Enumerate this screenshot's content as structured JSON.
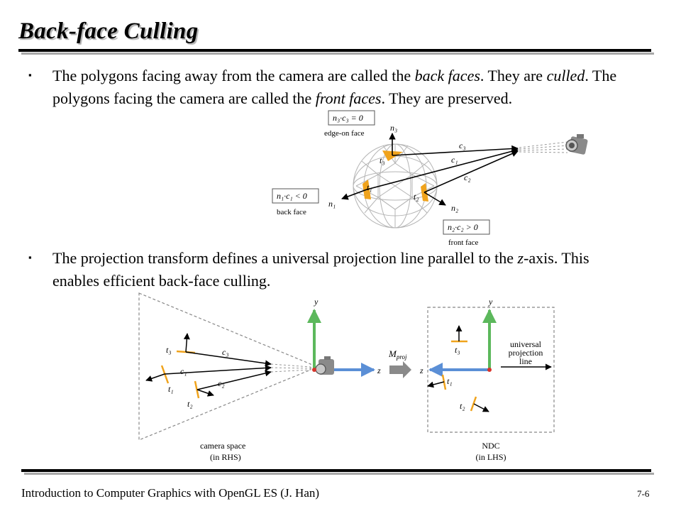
{
  "slide": {
    "title": "Back-face Culling",
    "bullet_marker": "▪",
    "para1": {
      "s1": "The polygons facing away from the camera are called the ",
      "s1_em": "back faces",
      "s2": ". They are ",
      "s2_em": "culled",
      "s3": ". The polygons facing the camera are called the ",
      "s3_em": "front faces",
      "s4": ". They are preserved."
    },
    "para2": {
      "s1": "The projection transform defines a universal projection line parallel to the ",
      "s1_em": "z",
      "s2": "-axis. This enables efficient back-face culling."
    },
    "footer": "Introduction to Computer Graphics with OpenGL ES (J. Han)",
    "page_number": "7-6"
  },
  "figure1": {
    "edge_on_eq": "n₃·c₃ = 0",
    "edge_on_caption": "edge-on face",
    "back_eq": "n₁·c₁ < 0",
    "back_caption": "back face",
    "front_eq": "n₂·c₂ > 0",
    "front_caption": "front face",
    "n1": "n₁",
    "n2": "n₂",
    "n3": "n₃",
    "t1": "t₁",
    "t2": "t₂",
    "t3": "t₃",
    "c1": "c₁",
    "c2": "c₂",
    "c3": "c₃"
  },
  "figure2": {
    "y_left": "y",
    "z_left": "z",
    "t1": "t₁",
    "t2": "t₂",
    "t3": "t₃",
    "c1": "c₁",
    "c2": "c₂",
    "c3": "c₃",
    "mproj": "M",
    "mproj_sub": "proj",
    "y_right": "y",
    "z_right": "z",
    "rt1": "t₁",
    "rt2": "t₂",
    "rt3": "t₃",
    "universal": [
      "universal",
      "projection",
      "line"
    ],
    "camera_space_caption": [
      "camera space",
      "(in RHS)"
    ],
    "ndc_caption": [
      "NDC",
      "(in LHS)"
    ]
  },
  "colors": {
    "face_orange": "#f0a31c",
    "axis_green": "#5cb85c",
    "axis_blue": "#5b8fd6",
    "origin_red": "#d9342b"
  }
}
